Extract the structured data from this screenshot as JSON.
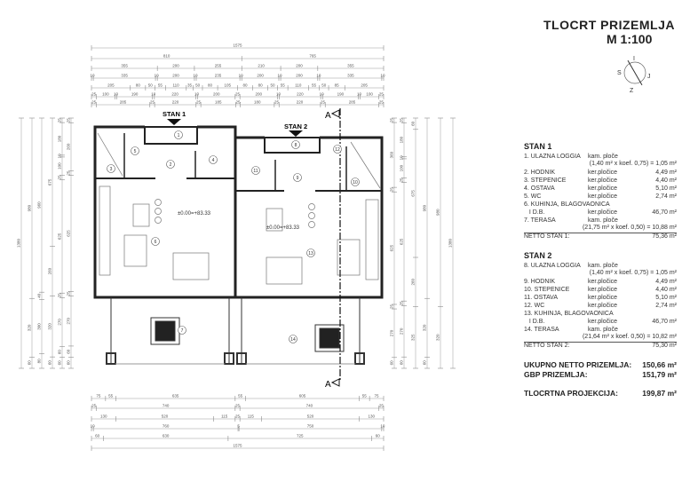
{
  "header": {
    "title": "TLOCRT  PRIZEMLJA",
    "scale": "M 1:100"
  },
  "compass": {
    "letters": [
      "S",
      "I",
      "J",
      "Z"
    ]
  },
  "plan": {
    "unit_labels": [
      "STAN 1",
      "STAN 2"
    ],
    "section_marker": "A",
    "elevation": "±0.00=+83.33",
    "room_numbers": [
      "1",
      "2",
      "3",
      "4",
      "5",
      "6",
      "7",
      "8",
      "9",
      "10",
      "11",
      "12",
      "13",
      "14"
    ]
  },
  "dimensions": {
    "top": [
      [
        1575
      ],
      [
        810,
        765
      ],
      [
        355,
        200,
        255,
        210,
        200,
        355
      ],
      [
        10,
        335,
        10,
        200,
        10,
        235,
        10,
        200,
        10,
        200,
        10,
        335,
        10
      ],
      [
        205,
        80,
        50,
        55,
        110,
        35,
        50,
        80,
        105,
        80,
        80,
        50,
        55,
        110,
        55,
        50,
        85,
        205
      ],
      [
        25,
        100,
        10,
        190,
        10,
        220,
        10,
        200,
        25,
        200,
        10,
        220,
        10,
        190,
        10,
        100,
        25
      ],
      [
        25,
        285,
        25,
        220,
        25,
        185,
        25,
        180,
        25,
        220,
        25,
        285,
        25
      ]
    ],
    "bottom": [
      [
        75,
        55,
        635,
        55,
        605,
        55,
        75
      ],
      [
        25,
        740,
        25,
        740,
        25
      ],
      [
        130,
        520,
        115,
        25,
        115,
        520,
        130
      ],
      [
        10,
        760,
        5,
        750,
        10
      ],
      [
        60,
        630,
        725,
        60
      ],
      [
        1575
      ]
    ],
    "left": [
      [
        1380
      ],
      [
        980,
        320,
        60
      ],
      [
        960,
        40,
        300,
        80
      ],
      [
        675,
        260,
        320,
        60
      ],
      [
        25,
        180,
        10,
        100,
        25,
        625,
        25,
        270,
        60,
        60
      ],
      [
        25,
        260,
        25,
        625,
        25,
        270,
        60,
        60
      ]
    ],
    "right": [
      [
        25,
        360,
        25,
        625,
        25,
        270,
        60
      ],
      [
        25,
        180,
        10,
        100,
        25,
        625,
        25,
        270,
        60
      ],
      [
        60,
        675,
        260,
        325
      ],
      [
        980,
        320,
        60
      ],
      [
        980,
        320
      ],
      [
        1380
      ]
    ]
  },
  "legend": {
    "stan1": {
      "title": "STAN 1",
      "rows": [
        {
          "name": "1. ULAZNA LOGGIA",
          "material": "kam. ploče",
          "area": ""
        },
        {
          "calc": "(1,40 m² x koef. 0,75) = 1,05 m²"
        },
        {
          "name": "2. HODNIK",
          "material": "ker.pločice",
          "area": "4,49 m²"
        },
        {
          "name": "3. STEPENICE",
          "material": "ker.pločice",
          "area": "4,40 m²"
        },
        {
          "name": "4. OSTAVA",
          "material": "ker.pločice",
          "area": "5,10 m²"
        },
        {
          "name": "5. WC",
          "material": "ker.pločice",
          "area": "2,74 m²"
        },
        {
          "name": "6. KUHINJA, BLAGOVAONICA",
          "material": "",
          "area": ""
        },
        {
          "name": "   I D.B.",
          "material": "ker.pločice",
          "area": "46,70 m²"
        },
        {
          "name": "7. TERASA",
          "material": "kam. ploče",
          "area": ""
        },
        {
          "calc": "(21,75 m² x koef. 0,50) = 10,88 m²"
        }
      ],
      "net_label": "NETTO STAN 1:",
      "net_value": "75,36 m²"
    },
    "stan2": {
      "title": "STAN 2",
      "rows": [
        {
          "name": "8. ULAZNA LOGGIA",
          "material": "kam. ploče",
          "area": ""
        },
        {
          "calc": "(1,40 m² x koef. 0,75) = 1,05 m²"
        },
        {
          "name": "9. HODNIK",
          "material": "ker.pločice",
          "area": "4,49 m²"
        },
        {
          "name": "10. STEPENICE",
          "material": "ker.pločice",
          "area": "4,40 m²"
        },
        {
          "name": "11. OSTAVA",
          "material": "ker.pločice",
          "area": "5,10 m²"
        },
        {
          "name": "12. WC",
          "material": "ker.pločice",
          "area": "2,74 m²"
        },
        {
          "name": "13. KUHINJA, BLAGOVAONICA",
          "material": "",
          "area": ""
        },
        {
          "name": "   I D.B.",
          "material": "ker.pločice",
          "area": "46,70 m²"
        },
        {
          "name": "14. TERASA",
          "material": "kam. ploče",
          "area": ""
        },
        {
          "calc": "(21,64 m² x koef. 0,50) = 10,82 m²"
        }
      ],
      "net_label": "NETTO STAN 2:",
      "net_value": "75,30 m²"
    },
    "totals": [
      {
        "label": "UKUPNO NETTO PRIZEMLJA:",
        "value": "150,66 m²"
      },
      {
        "label": "GBP PRIZEMLJA:",
        "value": "151,79 m²"
      }
    ],
    "projection": {
      "label": "TLOCRTNA PROJEKCIJA:",
      "value": "199,87 m²"
    }
  }
}
